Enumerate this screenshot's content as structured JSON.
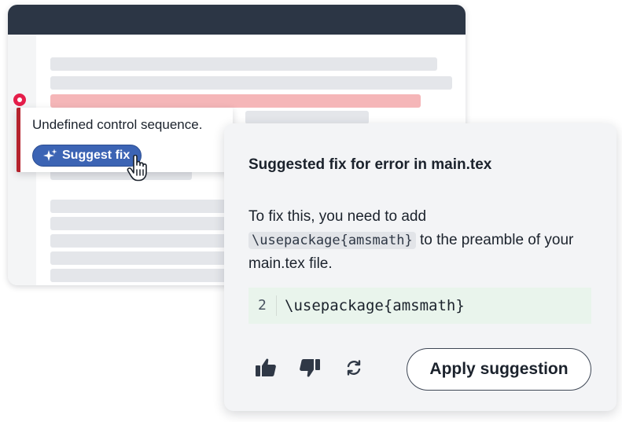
{
  "error_tooltip": {
    "message": "Undefined control sequence.",
    "suggest_button_label": "Suggest fix"
  },
  "suggestion_card": {
    "title": "Suggested fix for error in main.tex",
    "body_prefix": "To fix this, you need to add",
    "body_code": "\\usepackage{amsmath}",
    "body_suffix": "to the preamble of your main.tex file.",
    "code_line_number": "2",
    "code_line_text": "\\usepackage{amsmath}",
    "apply_button_label": "Apply suggestion"
  },
  "icons": {
    "error_marker": "error-dot-icon",
    "sparkle": "sparkle-icon",
    "cursor": "hand-pointer-icon",
    "thumbs_up": "thumbs-up-icon",
    "thumbs_down": "thumbs-down-icon",
    "regenerate": "refresh-icon"
  },
  "colors": {
    "titlebar": "#2c3645",
    "error_red": "#e51e4a",
    "error_border": "#b5232d",
    "error_line": "#f5b6b8",
    "button_blue": "#3c64b4",
    "code_block_bg": "#e9f4ec"
  }
}
